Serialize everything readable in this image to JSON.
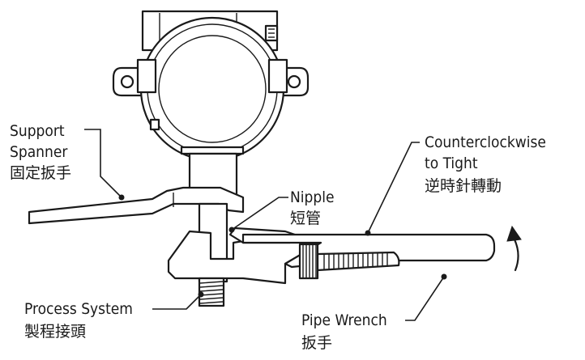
{
  "labels": {
    "support_spanner": {
      "line1": "Support",
      "line2": "Spanner",
      "line3": "固定扳手"
    },
    "nipple": {
      "line1": "Nipple",
      "line2": "短管"
    },
    "counterclockwise": {
      "line1": "Counterclockwise",
      "line2": "to Tight",
      "line3": "逆時針轉動"
    },
    "process_system": {
      "line1": "Process System",
      "line2": "製程接頭"
    },
    "pipe_wrench": {
      "line1": "Pipe Wrench",
      "line2": "扳手"
    }
  },
  "colors": {
    "ink": "#1a1a1a",
    "background": "#ffffff"
  },
  "icons": {
    "rotation": "counterclockwise-arrow-icon"
  }
}
